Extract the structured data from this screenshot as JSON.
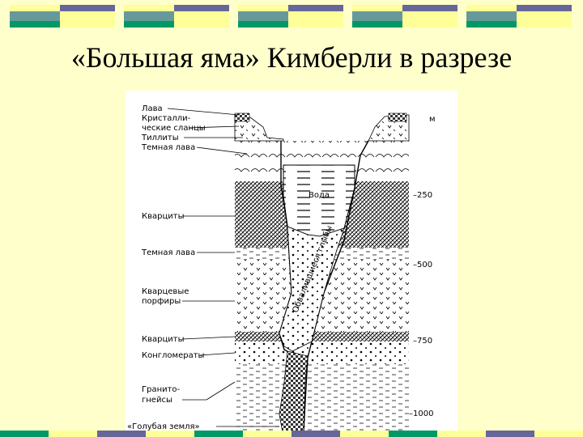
{
  "slide": {
    "title": "«Большая яма» Кимберли в разрезе"
  },
  "colors": {
    "background": "#ffffcc",
    "bar_green": "#009966",
    "bar_yellow": "#ffff99",
    "bar_teal": "#669999",
    "bar_purple": "#666699"
  },
  "diagram": {
    "unit": "м",
    "depth_ticks": [
      "–250",
      "–500",
      "–750",
      "–1000"
    ],
    "layer_labels": [
      "Лава",
      "Кристалли-",
      "ческие сланцы",
      "Тиллиты",
      "Темная лава",
      "Кварциты",
      "Темная лава",
      "Кварцевые",
      "порфиры",
      "Кварциты",
      "Конгломераты",
      "Гранито-",
      "гнейсы",
      "«Голубая земля»"
    ],
    "water_label": "Вода",
    "debris_label": "Обвалившиеся глыбы"
  }
}
